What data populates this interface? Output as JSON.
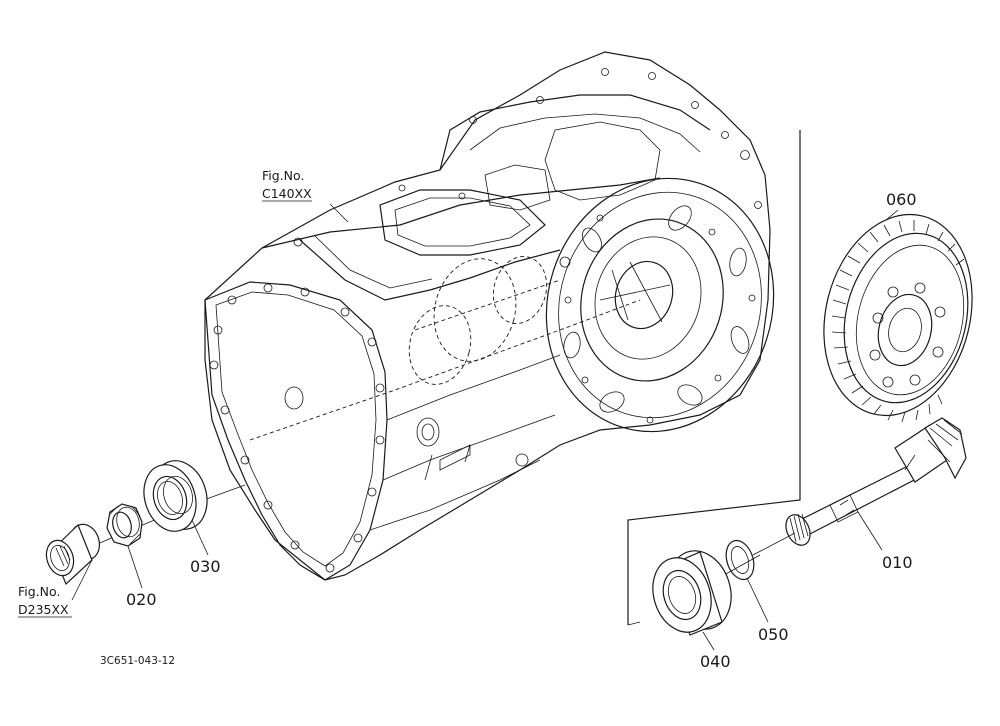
{
  "diagram": {
    "drawing_code": "3C651-043-12",
    "references": [
      {
        "id": "ref-c140",
        "line1": "Fig.No.",
        "line2": "C140XX"
      },
      {
        "id": "ref-d235",
        "line1": "Fig.No.",
        "line2": "D235XX"
      }
    ],
    "parts": [
      "010",
      "020",
      "030",
      "040",
      "050",
      "060"
    ]
  }
}
